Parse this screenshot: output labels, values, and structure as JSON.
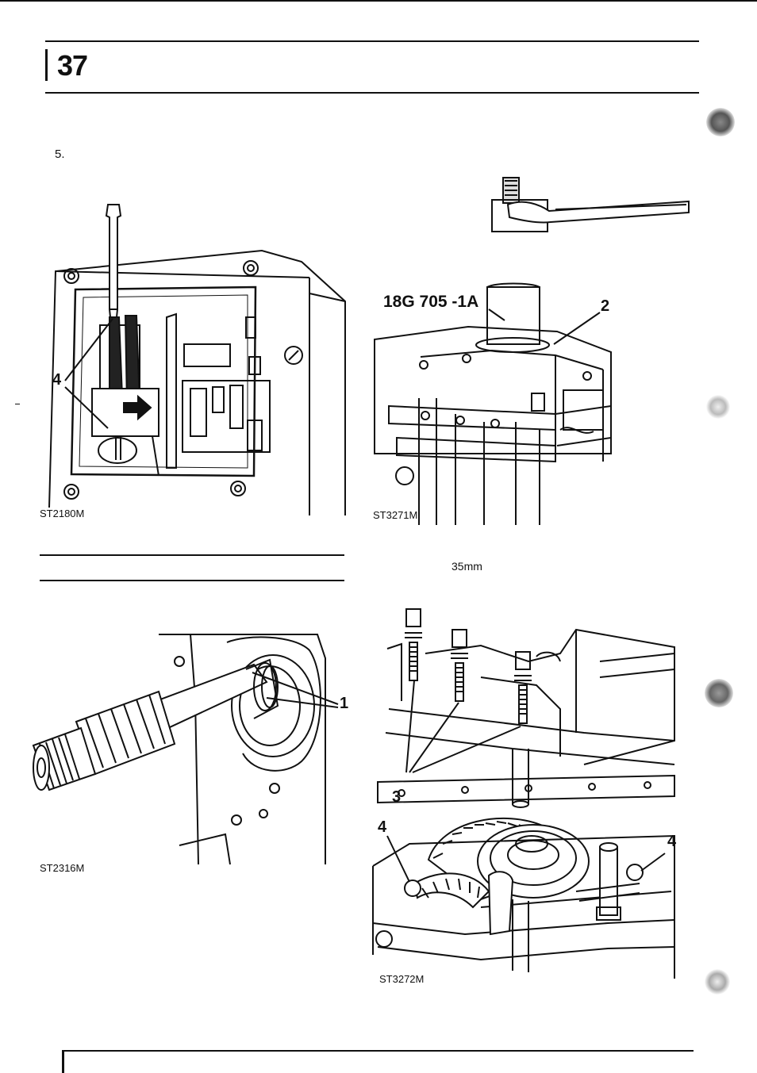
{
  "header": {
    "section_number": "37"
  },
  "step": {
    "label": "5."
  },
  "figures": [
    {
      "ref": "ST2180M",
      "callouts": [
        "4"
      ]
    },
    {
      "ref": "ST3271M",
      "tool": "18G 705 -1A",
      "callouts": [
        "2"
      ]
    },
    {
      "ref": "ST2316M",
      "callouts": [
        "1"
      ]
    },
    {
      "ref": "ST3272M",
      "callouts": [
        "3",
        "4",
        "4"
      ]
    }
  ],
  "measurement": "35mm"
}
